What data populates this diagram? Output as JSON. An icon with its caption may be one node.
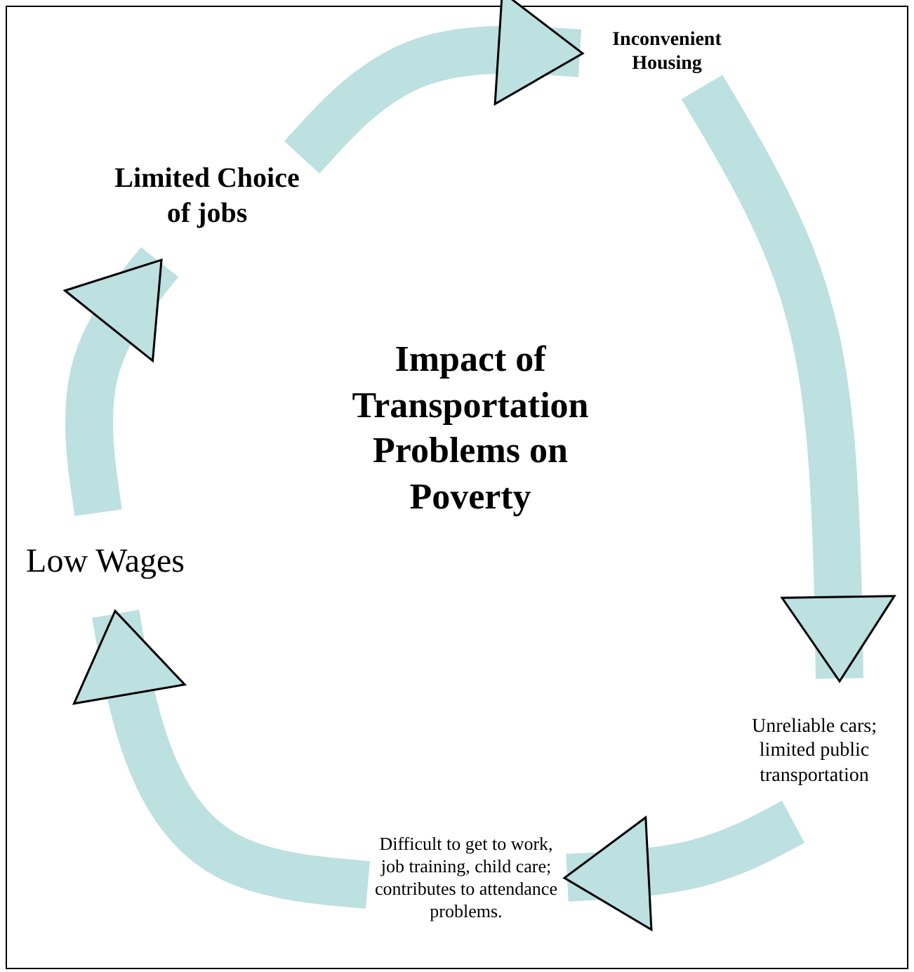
{
  "diagram": {
    "title": "Impact of Transportation Problems on Poverty",
    "nodes": [
      {
        "text": [
          "Limited Choice of jobs"
        ]
      },
      {
        "text": [
          "Inconvenient Housing"
        ]
      },
      {
        "text": [
          "Unreliable cars; limited public transportation"
        ]
      },
      {
        "text": [
          "Difficult to get to work, job training, child care; contributes to attendance problems."
        ]
      },
      {
        "text": [
          "Low Wages"
        ]
      }
    ],
    "edges": [
      {
        "from": 0,
        "to": 1,
        "arrow": "to"
      },
      {
        "from": 1,
        "to": 2,
        "arrow": "to"
      },
      {
        "from": 2,
        "to": 3,
        "arrow": "to"
      },
      {
        "from": 3,
        "to": 4,
        "arrow": "to"
      },
      {
        "from": 4,
        "to": 0,
        "arrow": "to"
      }
    ]
  }
}
